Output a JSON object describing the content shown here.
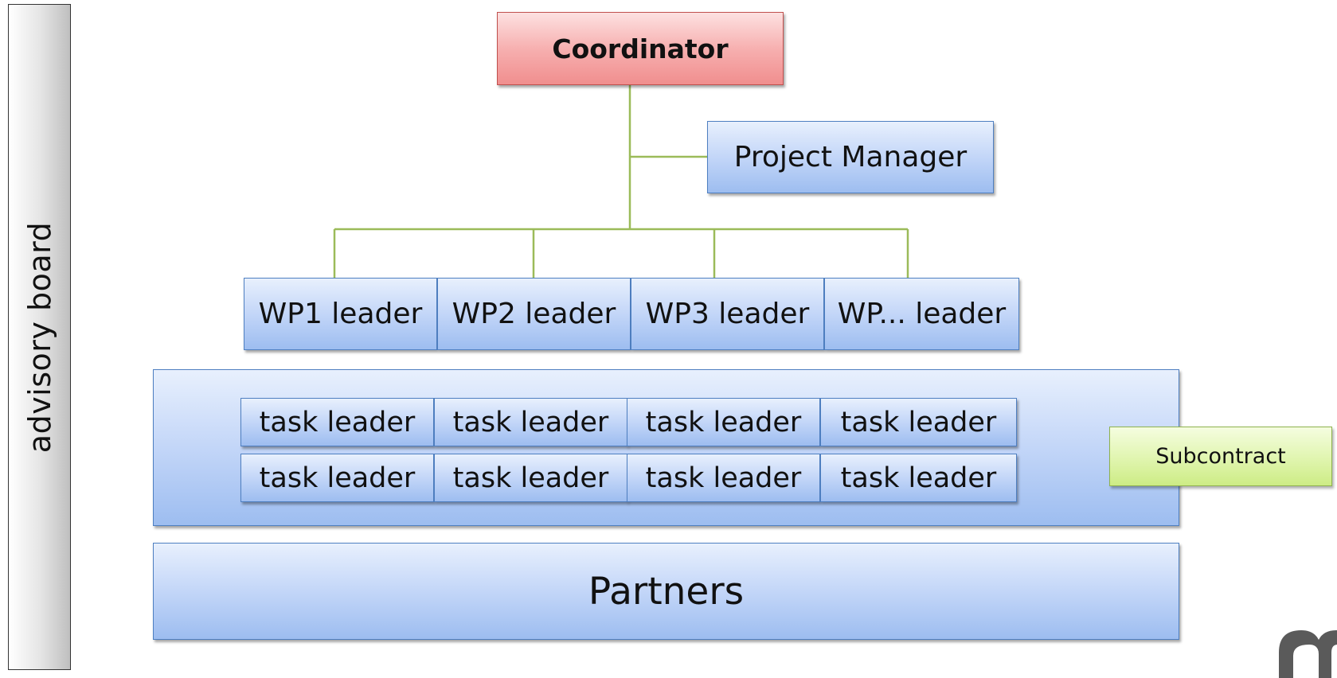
{
  "advisory_board": {
    "label": "advisory board"
  },
  "coordinator": {
    "label": "Coordinator"
  },
  "project_manager": {
    "label": "Project Manager"
  },
  "wp_leaders": [
    {
      "label": "WP1 leader"
    },
    {
      "label": "WP2 leader"
    },
    {
      "label": "WP3 leader"
    },
    {
      "label": "WP... leader"
    }
  ],
  "task_leaders": {
    "row1": [
      "task leader",
      "task leader",
      "task leader",
      "task leader"
    ],
    "row2": [
      "task leader",
      "task leader",
      "task leader",
      "task leader"
    ]
  },
  "partners": {
    "label": "Partners"
  },
  "subcontract": {
    "label": "Subcontract"
  },
  "colors": {
    "coordinator_fill": "#f7b0b0",
    "coordinator_border": "#c0504d",
    "box_fill": "#c3d6f8",
    "box_border": "#4e7fc1",
    "subcontract_fill": "#e2f6b3",
    "connector": "#9bbb59"
  }
}
